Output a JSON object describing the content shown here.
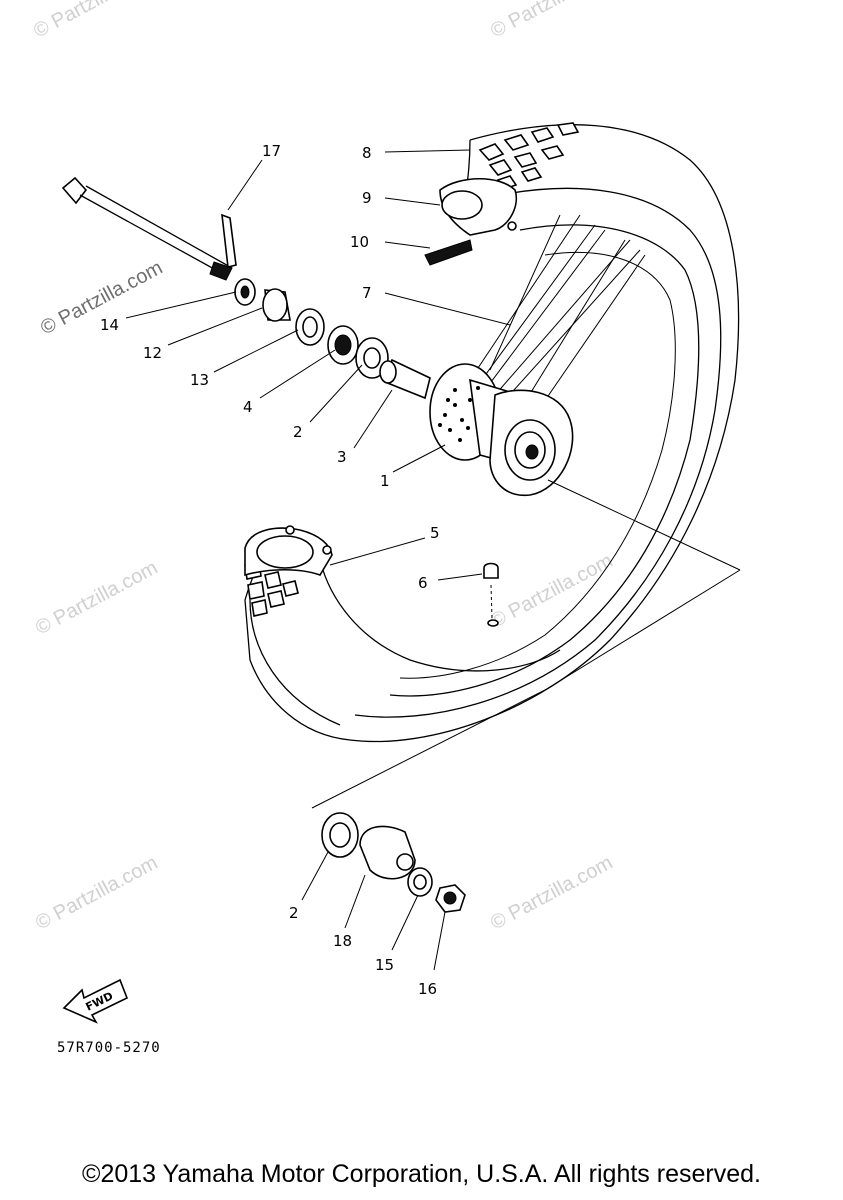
{
  "watermark": "© Partzilla.com",
  "diagram_code": "57R700-5270",
  "fwd_label": "FWD",
  "copyright": "©2013 Yamaha Motor Corporation, U.S.A. All rights reserved.",
  "callouts": [
    {
      "id": "c17",
      "label": "17"
    },
    {
      "id": "c8",
      "label": "8"
    },
    {
      "id": "c9",
      "label": "9"
    },
    {
      "id": "c10",
      "label": "10"
    },
    {
      "id": "c7",
      "label": "7"
    },
    {
      "id": "c14",
      "label": "14"
    },
    {
      "id": "c12",
      "label": "12"
    },
    {
      "id": "c13",
      "label": "13"
    },
    {
      "id": "c4",
      "label": "4"
    },
    {
      "id": "c2a",
      "label": "2"
    },
    {
      "id": "c3",
      "label": "3"
    },
    {
      "id": "c1",
      "label": "1"
    },
    {
      "id": "c5",
      "label": "5"
    },
    {
      "id": "c6",
      "label": "6"
    },
    {
      "id": "c2b",
      "label": "2"
    },
    {
      "id": "c18",
      "label": "18"
    },
    {
      "id": "c15",
      "label": "15"
    },
    {
      "id": "c16",
      "label": "16"
    }
  ]
}
